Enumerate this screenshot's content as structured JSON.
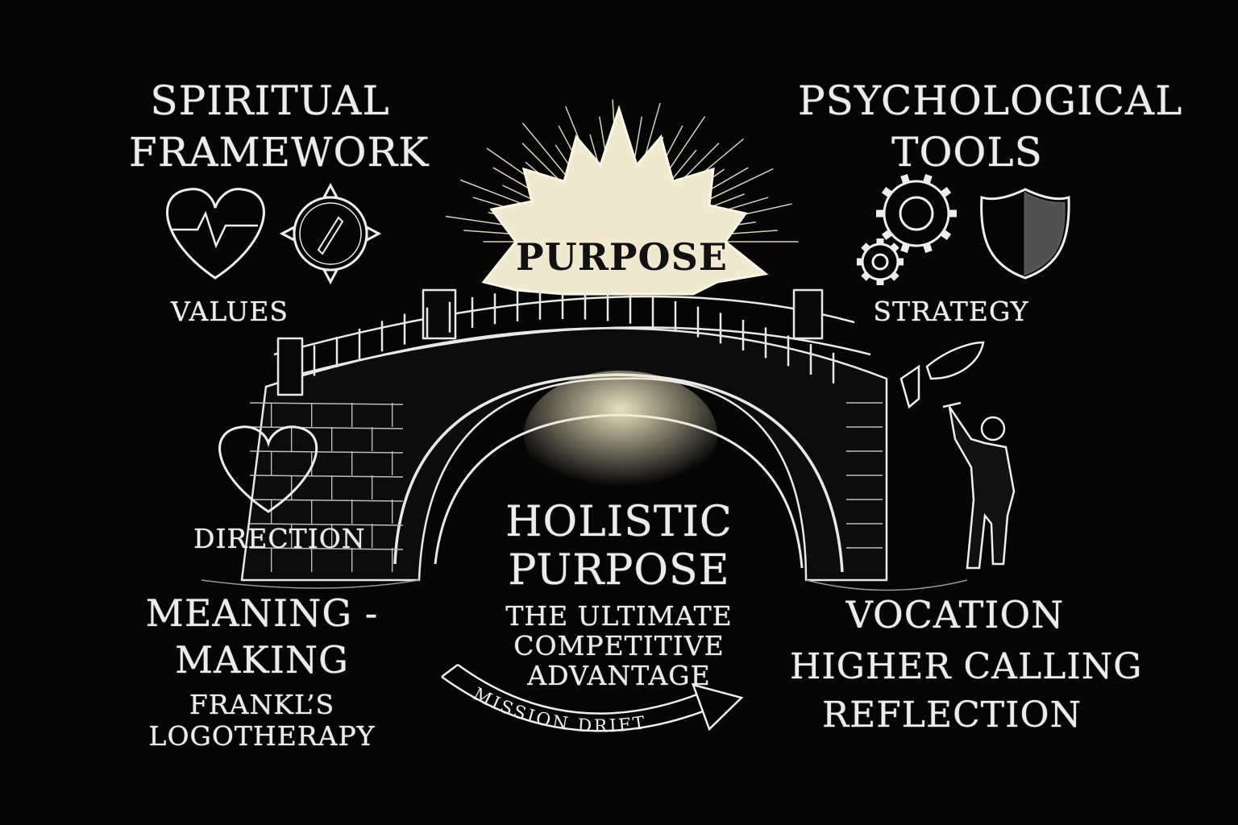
{
  "left_header": {
    "line1": "SPIRITUAL",
    "line2": "FRAMEWORK"
  },
  "right_header": {
    "line1": "PSYCHOLOGICAL",
    "line2": "TOOLS"
  },
  "center_burst": {
    "label": "PURPOSE"
  },
  "left_labels": {
    "values": "VALUES",
    "direction": "DIRECTION",
    "meaning_line1": "MEANING -",
    "meaning_line2": "MAKING",
    "frankl_line1": "FRANKL’S",
    "frankl_line2": "LOGOTHERAPY"
  },
  "right_labels": {
    "strategy": "STRATEGY",
    "vocation": "VOCATION",
    "higher_calling": "HIGHER CALLING",
    "reflection": "REFLECTION"
  },
  "center_text": {
    "line1": "HOLISTIC",
    "line2": "PURPOSE",
    "sub1": "THE ULTIMATE",
    "sub2": "COMPETITIVE",
    "sub3": "ADVANTAGE"
  },
  "arrow": {
    "label": "MISSION DRIFT"
  },
  "colors": {
    "background": "#050505",
    "chalk": "#ececec",
    "glow": "#f3ecd0"
  },
  "icons": [
    "heartbeat-heart-icon",
    "compass-icon",
    "gears-icon",
    "shield-icon",
    "heart-icon",
    "person-releasing-leaves-icon",
    "bridge-illustration"
  ]
}
